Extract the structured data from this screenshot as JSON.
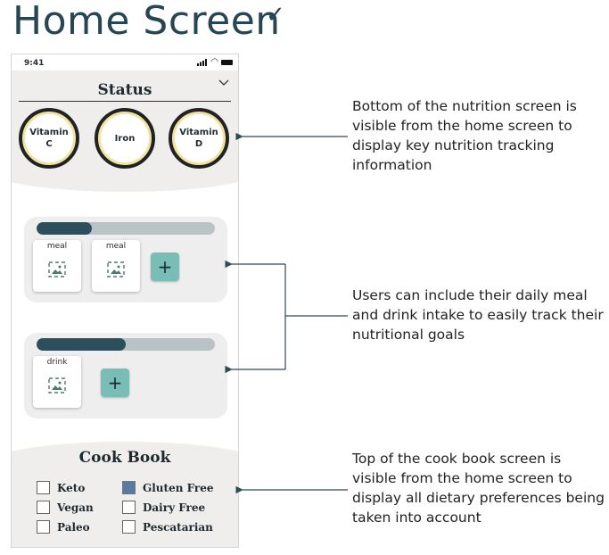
{
  "page": {
    "title": "Home Screen",
    "title_mark": "✓"
  },
  "statusbar": {
    "time": "9:41"
  },
  "status": {
    "title": "Status",
    "vitamins": [
      {
        "label": "Vitamin C"
      },
      {
        "label": "Iron"
      },
      {
        "label": "Vitamin D"
      }
    ]
  },
  "meals": {
    "progress": 0.31,
    "tiles": [
      "meal",
      "meal"
    ],
    "add_label": "+"
  },
  "drinks": {
    "progress": 0.5,
    "tiles": [
      "drink"
    ],
    "add_label": "+"
  },
  "cookbook": {
    "title": "Cook Book",
    "preferences": [
      {
        "label": "Keto",
        "checked": false
      },
      {
        "label": "Gluten Free",
        "checked": true
      },
      {
        "label": "Vegan",
        "checked": false
      },
      {
        "label": "Dairy Free",
        "checked": false
      },
      {
        "label": "Paleo",
        "checked": false
      },
      {
        "label": "Pescatarian",
        "checked": false
      }
    ]
  },
  "notes": {
    "nutrition": "Bottom of the nutrition screen is visible from the home screen to display key nutrition tracking information",
    "intake": "Users can include their daily meal and drink intake to easily track their nutritional goals",
    "cookbook": "Top of the cook book screen is visible from the home screen to display all dietary preferences being taken into account"
  },
  "colors": {
    "accent": "#264653",
    "add_button": "#79beb6",
    "progress_fill": "#2c4f5b",
    "checked": "#5a7aa0"
  }
}
